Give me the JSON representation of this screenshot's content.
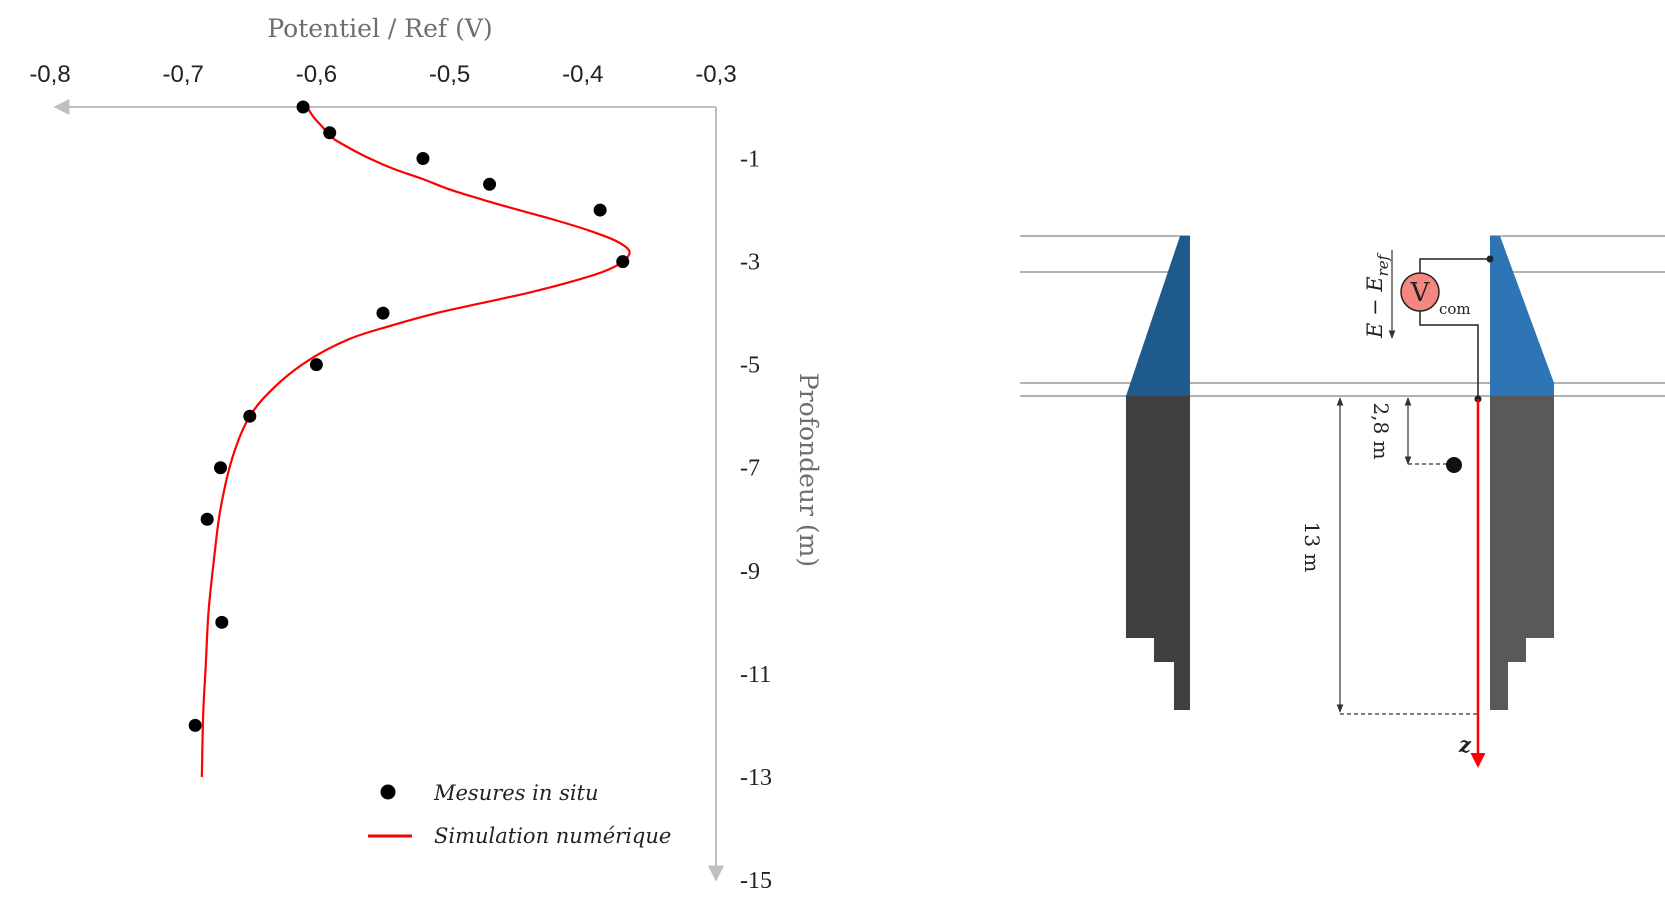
{
  "chart_data": {
    "type": "scatter",
    "title": "Potentiel  / Ref (V)",
    "xlabel": "Potentiel  / Ref (V)",
    "ylabel": "Profondeur (m)",
    "xlim": [
      -0.8,
      -0.3
    ],
    "ylim": [
      0,
      -15
    ],
    "x_ticks": [
      "-0,8",
      "-0,7",
      "-0,6",
      "-0,5",
      "-0,4",
      "-0,3"
    ],
    "y_ticks": [
      "-1",
      "-3",
      "-5",
      "-7",
      "-9",
      "-11",
      "-13",
      "-15"
    ],
    "x_axis_position": "top",
    "x_axis_direction": "reversed",
    "y_axis_position": "right",
    "grid": false,
    "legend_position": "bottom-right",
    "series": [
      {
        "name": "Mesures  in situ",
        "kind": "scatter",
        "color": "#000000",
        "x": [
          -0.61,
          -0.59,
          -0.52,
          -0.47,
          -0.387,
          -0.37,
          -0.55,
          -0.6,
          -0.65,
          -0.672,
          -0.682,
          -0.671,
          -0.691
        ],
        "y": [
          0,
          -0.5,
          -1.0,
          -1.5,
          -2.0,
          -3.0,
          -4.0,
          -5.0,
          -6.0,
          -7.0,
          -8.0,
          -10.0,
          -12.0
        ]
      },
      {
        "name": "Simulation numérique",
        "kind": "line",
        "color": "#ff0000",
        "x": [
          -0.607,
          -0.602,
          -0.595,
          -0.588,
          -0.575,
          -0.56,
          -0.542,
          -0.52,
          -0.5,
          -0.475,
          -0.448,
          -0.42,
          -0.395,
          -0.375,
          -0.365,
          -0.37,
          -0.385,
          -0.41,
          -0.44,
          -0.475,
          -0.51,
          -0.545,
          -0.575,
          -0.605,
          -0.63,
          -0.65,
          -0.663,
          -0.672,
          -0.677,
          -0.681,
          -0.683,
          -0.685,
          -0.686
        ],
        "y": [
          0,
          -0.2,
          -0.4,
          -0.6,
          -0.8,
          -1.0,
          -1.2,
          -1.4,
          -1.6,
          -1.8,
          -2.0,
          -2.2,
          -2.4,
          -2.6,
          -2.8,
          -3.0,
          -3.2,
          -3.4,
          -3.6,
          -3.8,
          -4.0,
          -4.25,
          -4.5,
          -4.9,
          -5.4,
          -6.0,
          -6.8,
          -7.8,
          -8.8,
          -9.8,
          -10.8,
          -11.8,
          -13.0
        ]
      }
    ]
  },
  "diagram": {
    "voltmeter_symbol": "V",
    "voltmeter_subscript": "com",
    "label_voltage": "E − E",
    "label_voltage_sub": "ref",
    "label_offset": "2,8 m",
    "label_length": "13 m",
    "label_axis": "z",
    "colors": {
      "wall_light_blue": "#2e75b6",
      "wall_dark_blue": "#1f5a8c",
      "wall_gray": "#595959",
      "wall_dark_gray": "#404040",
      "voltmeter_fill": "#f4877f",
      "axis_red": "#ff0000"
    }
  }
}
